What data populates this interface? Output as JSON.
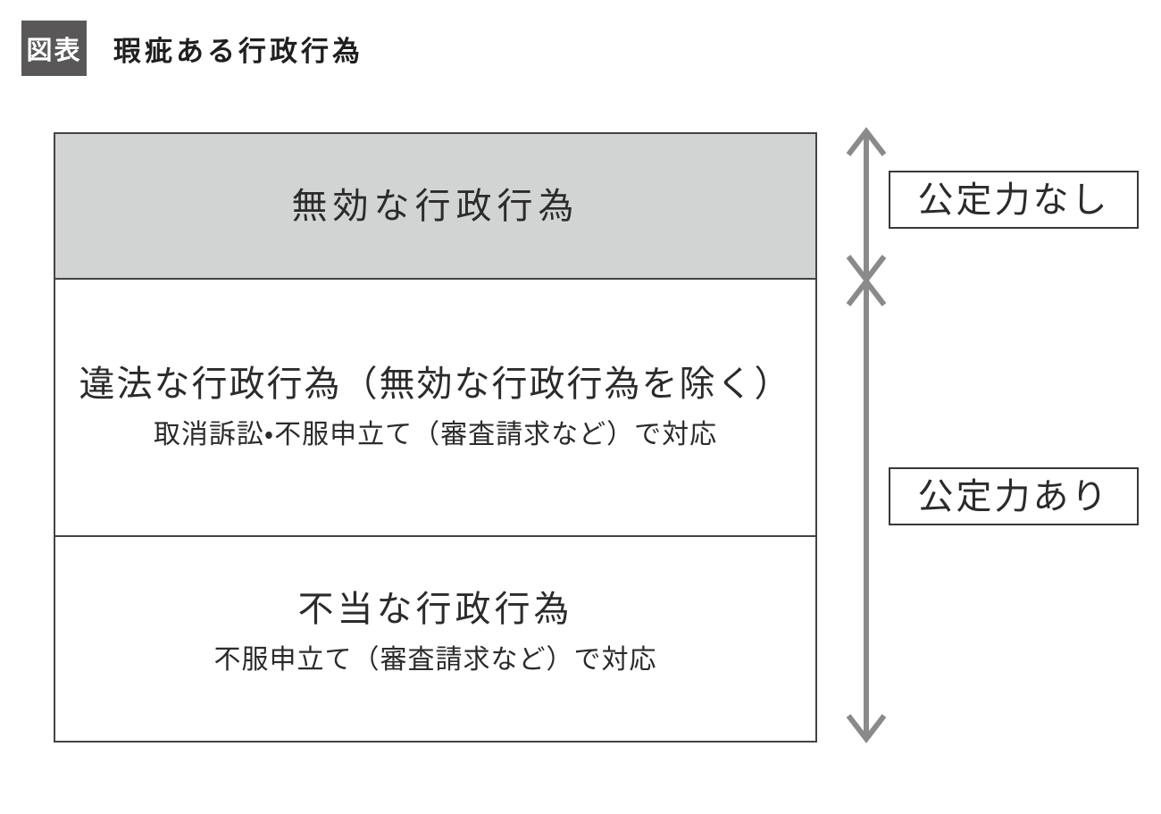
{
  "figure": {
    "badge": "図表",
    "title": "瑕疵ある行政行為"
  },
  "box": {
    "sections": [
      {
        "title": "無効な行政行為",
        "subtitle": "",
        "shaded": true
      },
      {
        "title": "違法な行政行為（無効な行政行為を除く）",
        "subtitle": "取消訴訟・不服申立て（審査請求など）で対応",
        "shaded": false
      },
      {
        "title": "不当な行政行為",
        "subtitle": "不服申立て（審査請求など）で対応",
        "shaded": false
      }
    ]
  },
  "annotations": [
    {
      "label": "公定力なし"
    },
    {
      "label": "公定力あり"
    }
  ],
  "colors": {
    "shaded_section_fill": "#d2d4d4",
    "box_border": "#434343",
    "arrow": "#8a8a8a",
    "badge_background": "#595757",
    "badge_text": "#ffffff",
    "text": "#2b2b2b",
    "background": "#ffffff"
  }
}
